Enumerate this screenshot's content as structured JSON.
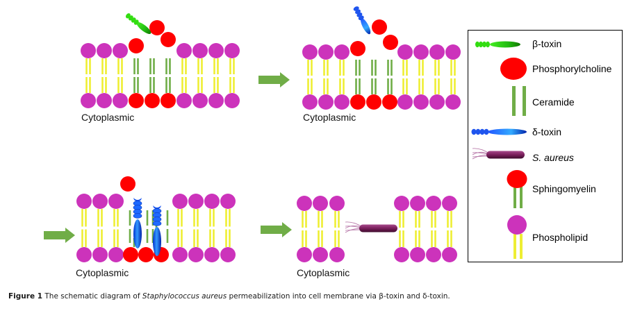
{
  "colors": {
    "phospholipid_head": "#cc33bb",
    "phospholipid_tail": "#eeee33",
    "phosphorylcholine": "#ff0000",
    "ceramide": "#70ad47",
    "arrow": "#70ad47",
    "beta_toxin": "#22cc22",
    "delta_toxin": "#1a66ff",
    "s_aureus": "#7a1f5c"
  },
  "panels": [
    {
      "id": "step-1",
      "label": "Cytoplasmic",
      "toxin": "β-toxin",
      "description": "β-toxin cleaves phosphorylcholine from sphingomyelin in the outer leaflet"
    },
    {
      "id": "step-2",
      "label": "Cytoplasmic",
      "toxin": "δ-toxin",
      "description": "δ-toxin approaches ceramide-enriched region"
    },
    {
      "id": "step-3",
      "label": "Cytoplasmic",
      "toxin": "δ-toxin",
      "description": "δ-toxin inserts into membrane forming pore"
    },
    {
      "id": "step-4",
      "label": "Cytoplasmic",
      "toxin": "S. aureus",
      "description": "S. aureus permeates through membrane"
    }
  ],
  "legend": {
    "items": [
      {
        "icon": "beta-toxin-icon",
        "label": "β-toxin",
        "italic": false
      },
      {
        "icon": "phosphorylcholine-icon",
        "label": "Phosphorylcholine",
        "italic": false
      },
      {
        "icon": "ceramide-icon",
        "label": "Ceramide",
        "italic": false
      },
      {
        "icon": "delta-toxin-icon",
        "label": "δ-toxin",
        "italic": false
      },
      {
        "icon": "s-aureus-icon",
        "label": "S. aureus",
        "italic": true
      },
      {
        "icon": "sphingomyelin-icon",
        "label": "Sphingomyelin",
        "italic": false
      },
      {
        "icon": "phospholipid-icon",
        "label": "Phospholipid",
        "italic": false
      }
    ]
  },
  "caption": {
    "figure_label": "Figure 1",
    "text_before": "The schematic diagram of ",
    "species": "Staphylococcus aureus",
    "text_after": " permeabilization into cell membrane via β-toxin and δ-toxin."
  }
}
